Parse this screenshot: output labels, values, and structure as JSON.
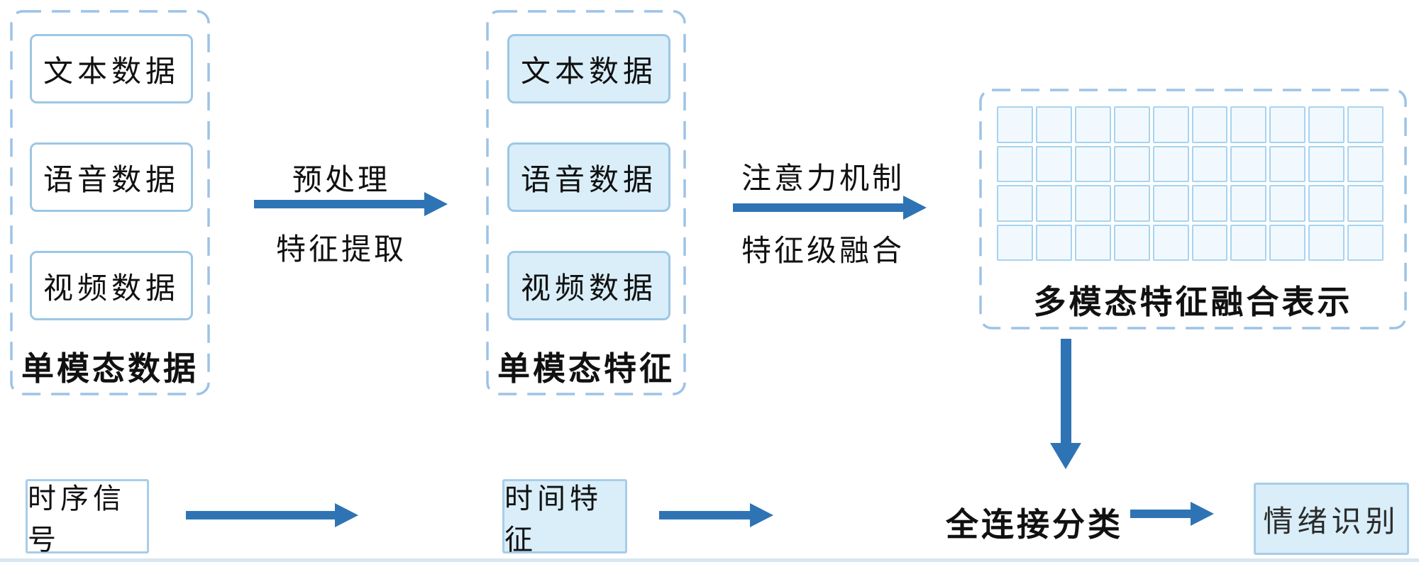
{
  "diagram": {
    "panels": {
      "unimodal_data": {
        "label": "单模态数据",
        "items": [
          "文本数据",
          "语音数据",
          "视频数据"
        ]
      },
      "unimodal_features": {
        "label": "单模态特征",
        "items": [
          "文本数据",
          "语音数据",
          "视频数据"
        ]
      },
      "fusion": {
        "label": "多模态特征融合表示",
        "grid": {
          "rows": 4,
          "cols": 10
        }
      }
    },
    "arrows": {
      "preprocess": {
        "top": "预处理",
        "bottom": "特征提取"
      },
      "attention": {
        "top": "注意力机制",
        "bottom": "特征级融合"
      }
    },
    "bottom_row": {
      "time_signal": "时序信号",
      "time_feature": "时间特征",
      "fc_classify": "全连接分类",
      "emotion": "情绪识别"
    },
    "colors": {
      "arrow": "#2E74B5",
      "dashed_border": "#9DC3E6",
      "box_border": "#9CC7E5",
      "box_fill": "#D9EEF9",
      "grid_cell_fill": "#F1F9FE",
      "grid_cell_border": "#A9D3F0",
      "text": "#111111"
    }
  }
}
